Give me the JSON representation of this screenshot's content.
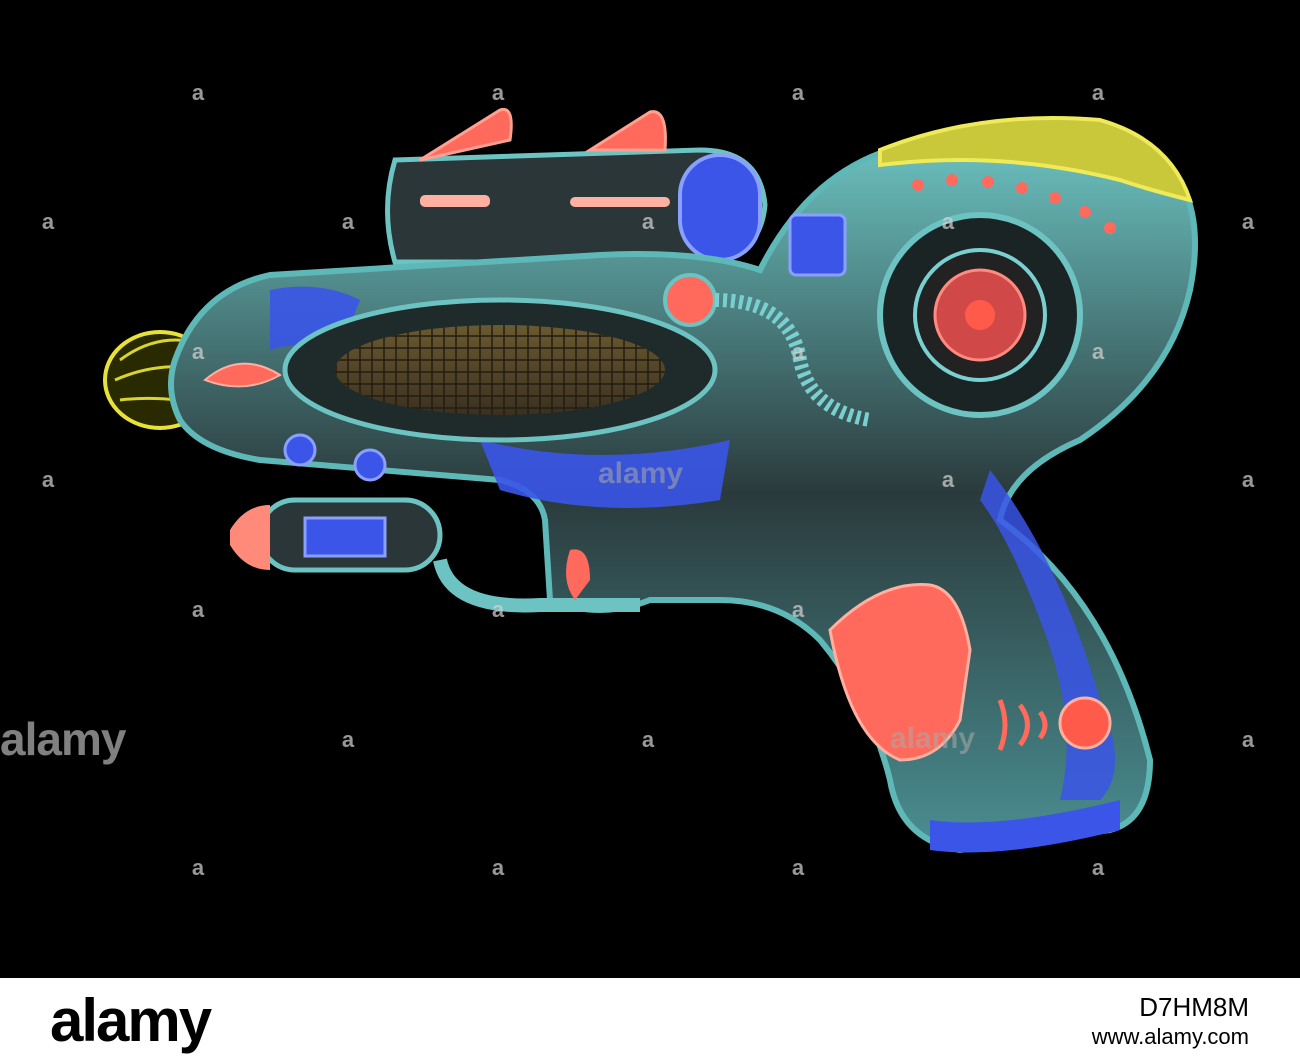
{
  "watermark": {
    "mark": "a",
    "brand_text": "alamy"
  },
  "footer": {
    "logo": "alamy",
    "image_id": "D7HM8M",
    "url": "www.alamy.com"
  },
  "colors": {
    "background": "#000000",
    "body_teal": "#4ea3a6",
    "body_dark": "#1e2a2c",
    "accent_blue": "#3a55e8",
    "accent_red": "#ff6a5c",
    "accent_yellow": "#e6e23a"
  }
}
